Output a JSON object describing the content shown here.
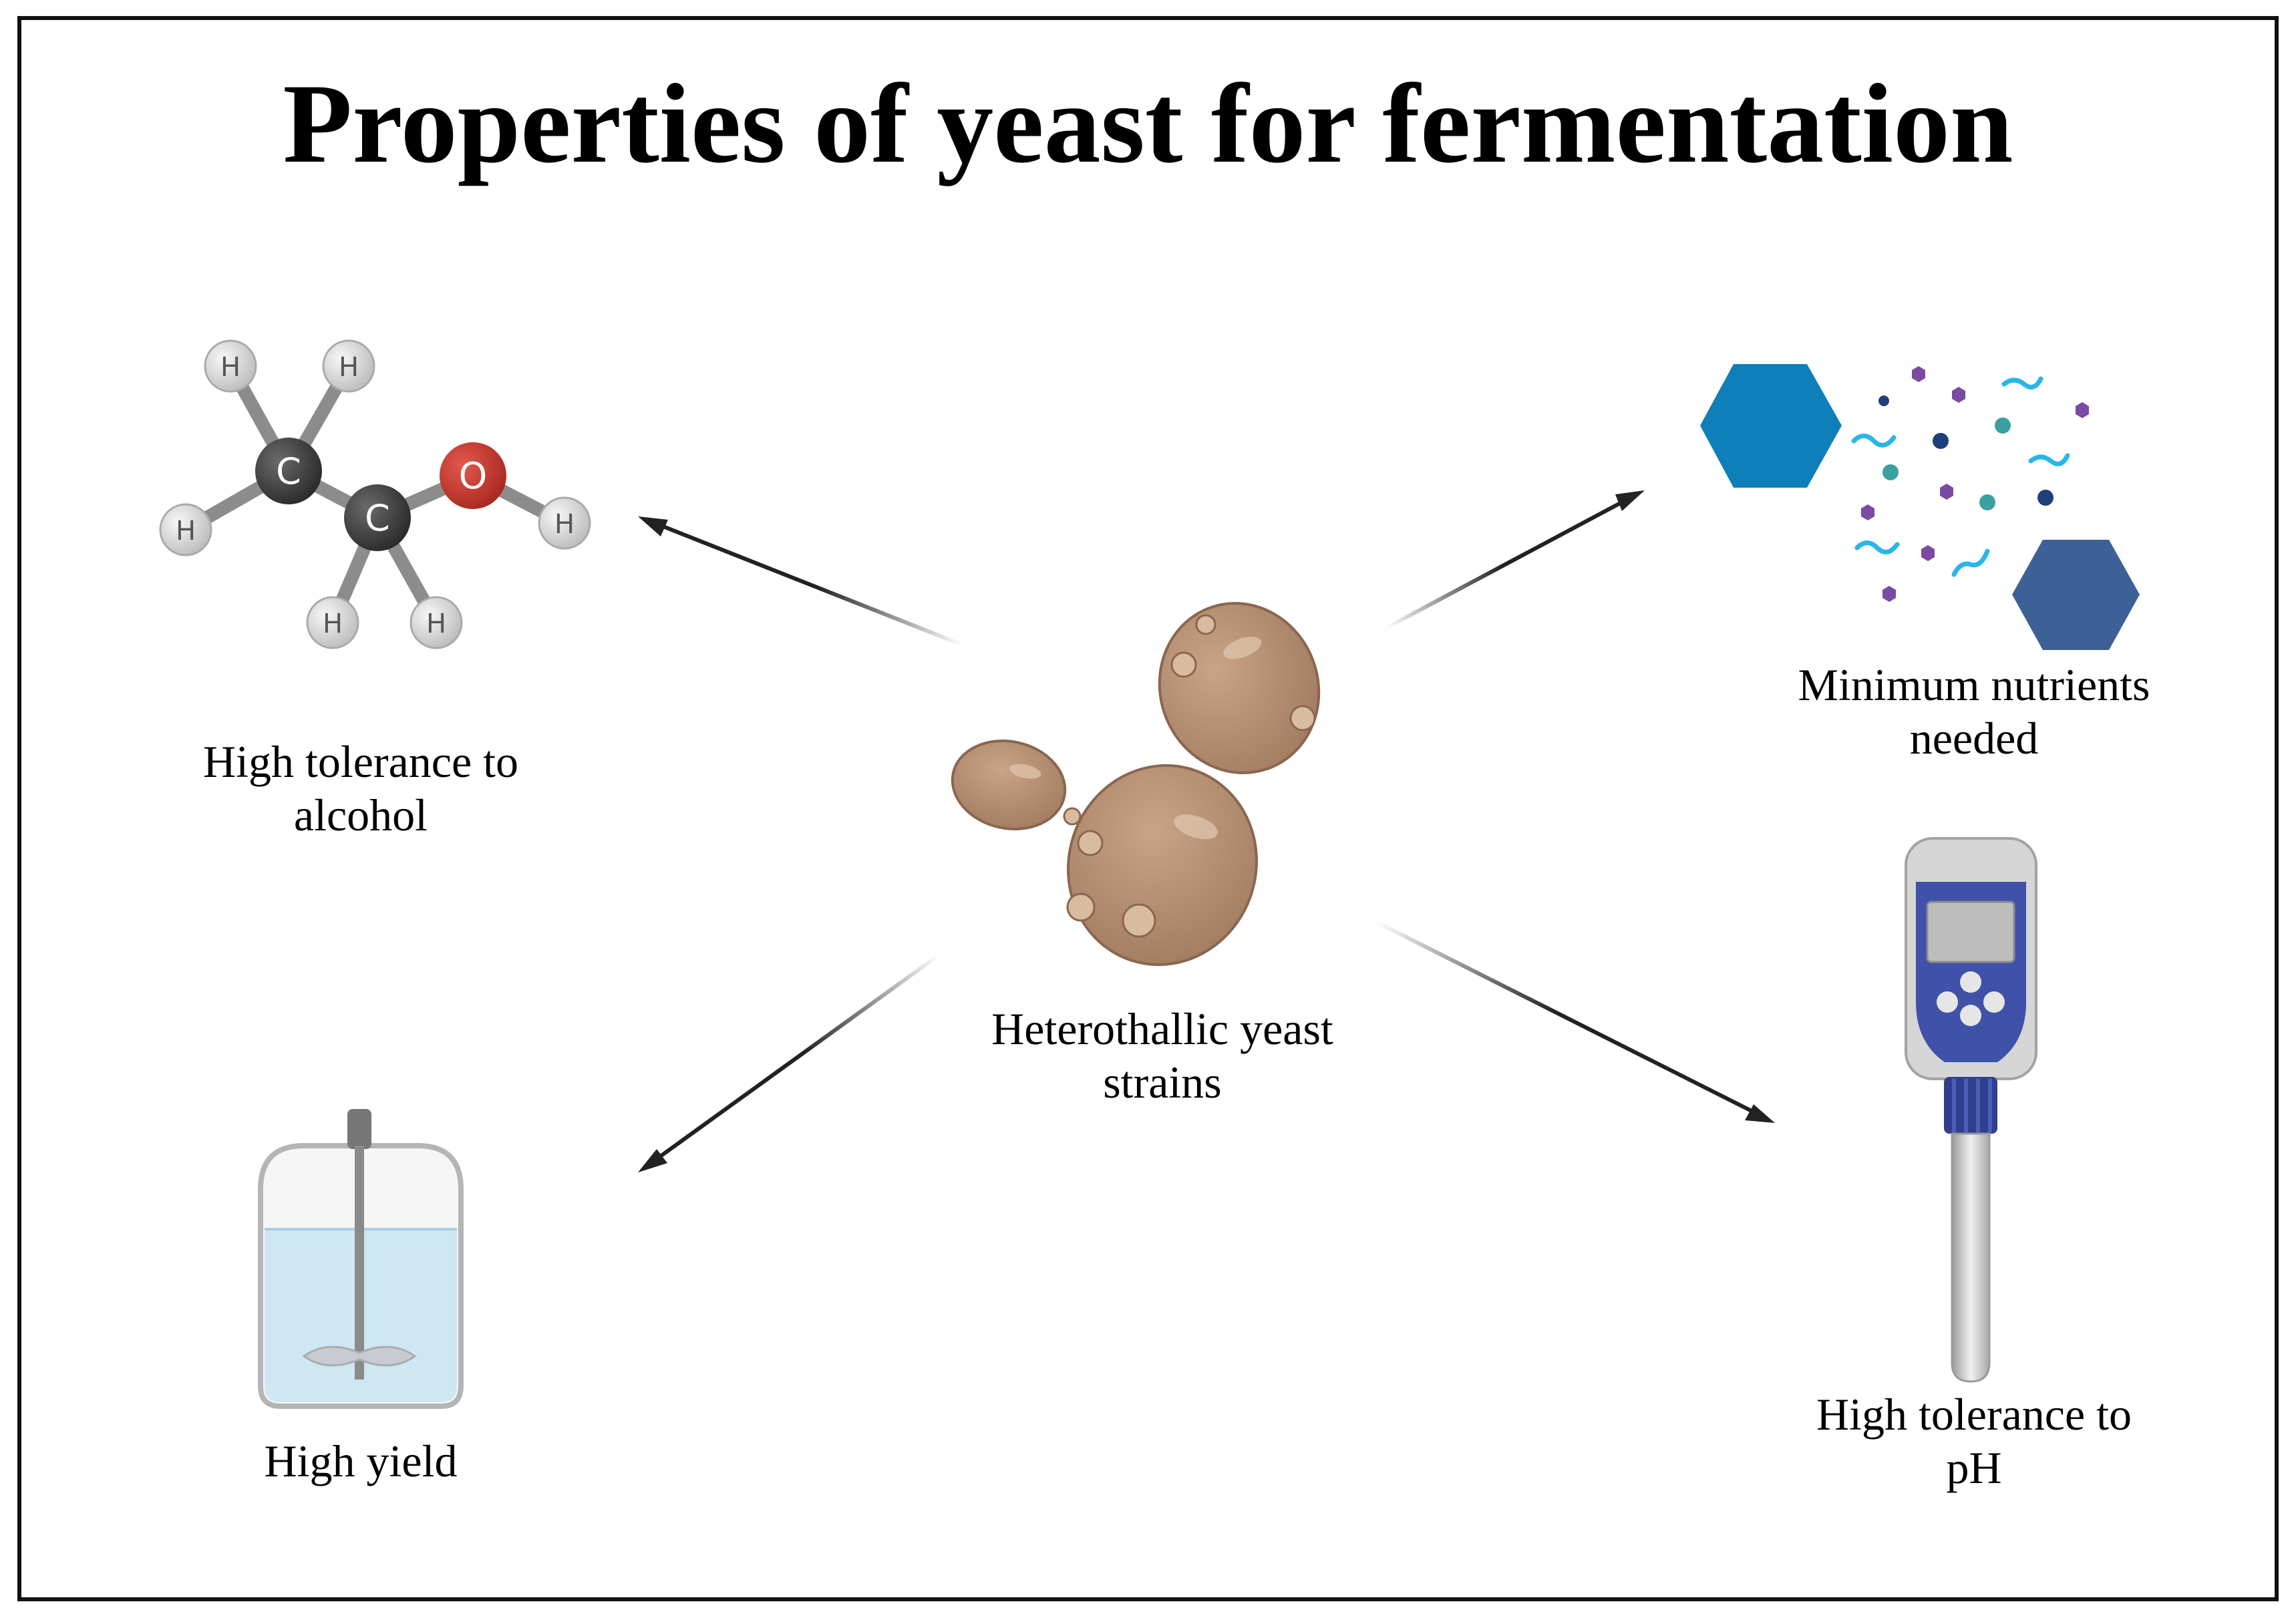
{
  "title": "Properties of yeast for fermentation",
  "center": {
    "label_line1": "Heterothallic yeast",
    "label_line2": "strains",
    "icon": "yeast-cells-icon"
  },
  "properties": [
    {
      "id": "alcohol",
      "line1": "High tolerance to",
      "line2": "alcohol",
      "icon": "ethanol-molecule-icon"
    },
    {
      "id": "nutrients",
      "line1": "Minimum nutrients",
      "line2": "needed",
      "icon": "nutrient-molecules-icon"
    },
    {
      "id": "yield",
      "line1": "High yield",
      "line2": "",
      "icon": "bioreactor-icon"
    },
    {
      "id": "ph",
      "line1": "High tolerance to",
      "line2": "pH",
      "icon": "ph-meter-icon"
    }
  ],
  "molecule_atoms": {
    "carbon": "C",
    "oxygen": "O",
    "hydrogen": "H"
  },
  "colors": {
    "yeast": "#b08a6e",
    "hexagon_light": "#0e7fb8",
    "hexagon_dark": "#3d6196",
    "carbon": "#3b3b3b",
    "oxygen": "#c8372d",
    "hydrogen": "#dcdcdc",
    "meter_body": "#3f51a8",
    "liquid": "#cfe6f3"
  }
}
